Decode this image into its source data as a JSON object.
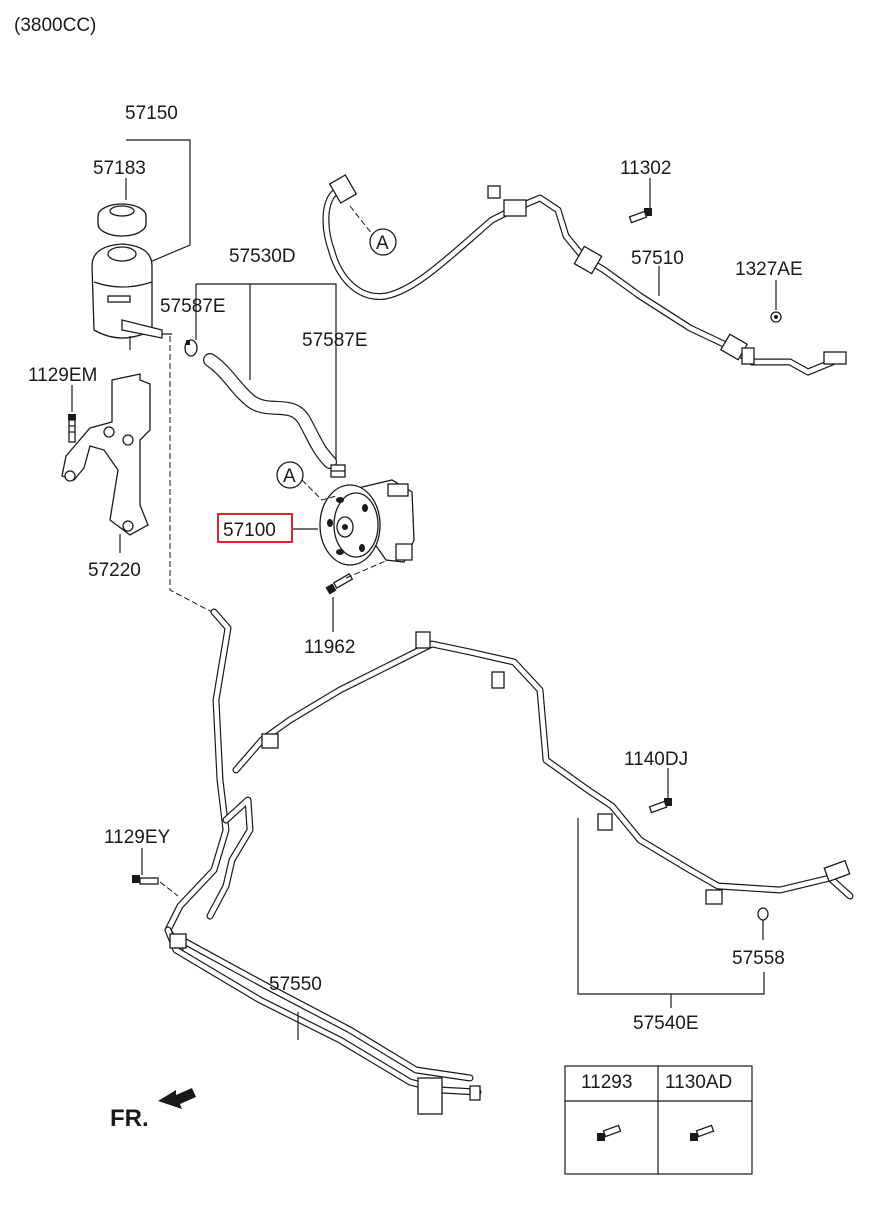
{
  "engine_label": "(3800CC)",
  "parts": {
    "reservoir_assy": "57150",
    "reservoir_cap": "57183",
    "suction_hose": "57530D",
    "clamp_upper": "57587E",
    "clamp_lower": "57587E",
    "bolt_bracket": "1129EM",
    "bracket": "57220",
    "pump_assy": "57100",
    "pump_bolt": "11962",
    "bolt_pressure": "11302",
    "pressure_hose": "57510",
    "nut_pressure": "1327AE",
    "bolt_return": "1140DJ",
    "bolt_cooler": "1129EY",
    "cooler_tube": "57550",
    "oring": "57558",
    "return_tube": "57540E"
  },
  "callouts": {
    "a1": "A",
    "a2": "A"
  },
  "front_label": "FR.",
  "legend": {
    "col1": "11293",
    "col2": "1130AD"
  },
  "highlight_color": "#e0242b"
}
